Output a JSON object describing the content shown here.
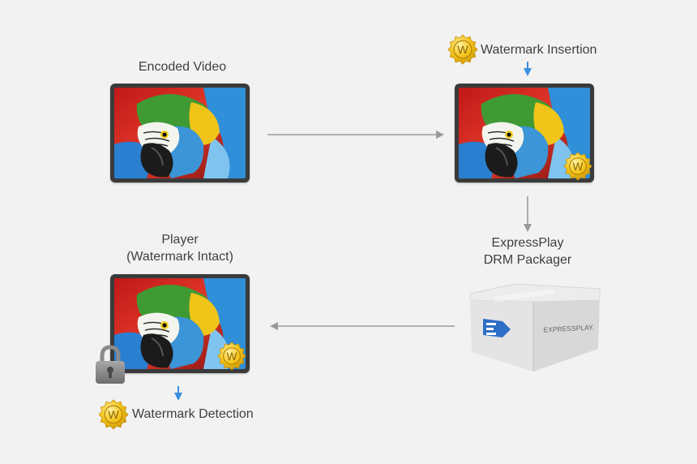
{
  "nodes": {
    "encoded_video": {
      "label": "Encoded Video"
    },
    "watermark_insertion": {
      "label": "Watermark Insertion"
    },
    "packager": {
      "line1": "ExpressPlay",
      "line2": "DRM Packager",
      "box_text": "EXPRESSPLAY."
    },
    "player": {
      "line1": "Player",
      "line2": "(Watermark Intact)"
    },
    "watermark_detection": {
      "label": "Watermark Detection"
    }
  },
  "seal_letter": "W",
  "colors": {
    "background": "#f2f2f2",
    "flow_arrow": "#9a9a9a",
    "accent_arrow": "#3b8fe0",
    "seal_gold": "#f2c318",
    "frame": "#3a3a3a"
  },
  "icons": [
    "watermark-seal-icon",
    "padlock-icon",
    "package-box-icon",
    "expressplay-logo-icon"
  ]
}
